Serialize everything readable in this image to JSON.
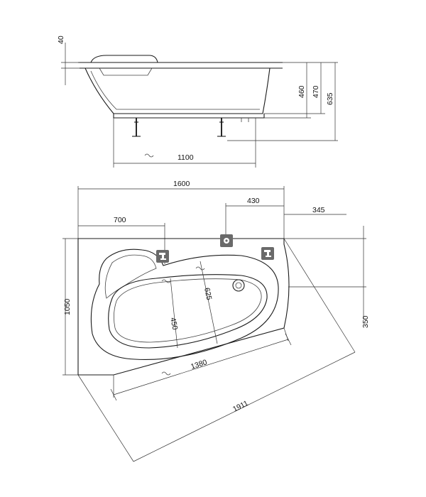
{
  "side_view": {
    "rim_height": "40",
    "depth_inner": "460",
    "depth_mid": "470",
    "depth_total": "635",
    "length_bottom": "1100"
  },
  "top_view": {
    "width_total": "1600",
    "offset_left": "700",
    "offset_fixture": "430",
    "offset_right": "345",
    "depth_total": "1050",
    "side_right": "350",
    "inner_width": "450",
    "inner_length": "625",
    "basin_length": "1380",
    "diagonal": "1911"
  },
  "icons": [
    "faucet-icon",
    "overflow-icon",
    "faucet-icon"
  ],
  "colors": {
    "line": "#1a1a1a",
    "icon": "#6a6a6a"
  }
}
